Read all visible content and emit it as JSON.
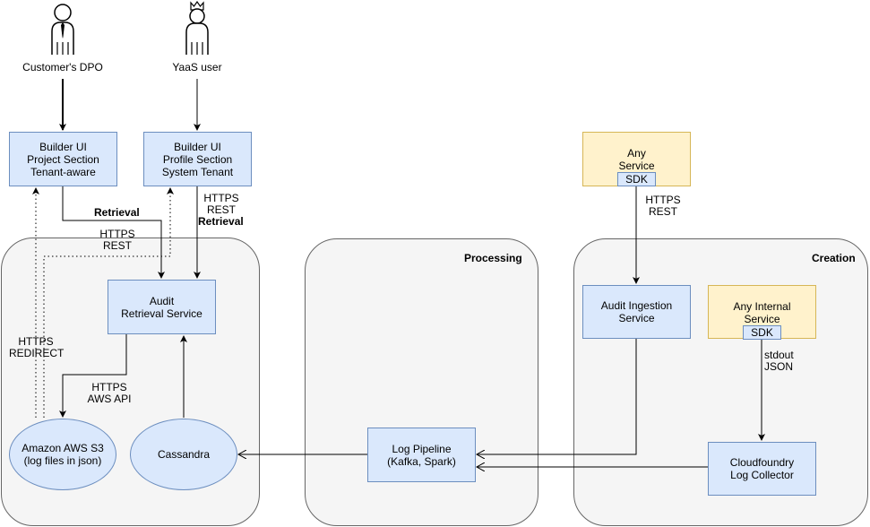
{
  "actors": {
    "dpo": {
      "label": "Customer's DPO",
      "icon": "person-with-tie-icon"
    },
    "yaas": {
      "label": "YaaS user",
      "icon": "person-with-crown-icon"
    }
  },
  "zones": {
    "left": {
      "title": ""
    },
    "processing": {
      "title": "Processing"
    },
    "creation": {
      "title": "Creation"
    }
  },
  "nodes": {
    "builder_project": {
      "lines": [
        "Builder UI",
        "Project Section",
        "Tenant-aware"
      ]
    },
    "builder_profile": {
      "lines": [
        "Builder UI",
        "Profile Section",
        "System Tenant"
      ]
    },
    "audit_retrieval": {
      "lines": [
        "Audit",
        "Retrieval Service"
      ]
    },
    "s3": {
      "lines": [
        "Amazon AWS S3",
        "(log files in json)"
      ]
    },
    "cassandra": {
      "lines": [
        "Cassandra"
      ]
    },
    "log_pipeline": {
      "lines": [
        "Log Pipeline",
        "(Kafka, Spark)"
      ]
    },
    "any_service": {
      "lines": [
        "Any",
        "Service"
      ],
      "sdk": "SDK"
    },
    "audit_ingestion": {
      "lines": [
        "Audit Ingestion",
        "Service"
      ]
    },
    "any_internal": {
      "lines": [
        "Any Internal",
        "Service"
      ],
      "sdk": "SDK"
    },
    "cloudfoundry": {
      "lines": [
        "Cloudfoundry",
        "Log Collector"
      ]
    }
  },
  "edge_labels": {
    "retrieval_left": "Retrieval",
    "https_rest_left": [
      "HTTPS",
      "REST"
    ],
    "https_rest_profile": [
      "HTTPS",
      "REST"
    ],
    "retrieval_profile": "Retrieval",
    "https_redirect": [
      "HTTPS",
      "REDIRECT"
    ],
    "https_aws_api": [
      "HTTPS",
      "AWS API"
    ],
    "https_rest_any": [
      "HTTPS",
      "REST"
    ],
    "stdout_json": [
      "stdout",
      "JSON"
    ]
  },
  "colors": {
    "blue_fill": "#dae8fc",
    "blue_stroke": "#6c8ebf",
    "yellow_fill": "#fff2cc",
    "yellow_stroke": "#d6b656",
    "zone_fill": "#f5f5f5"
  }
}
